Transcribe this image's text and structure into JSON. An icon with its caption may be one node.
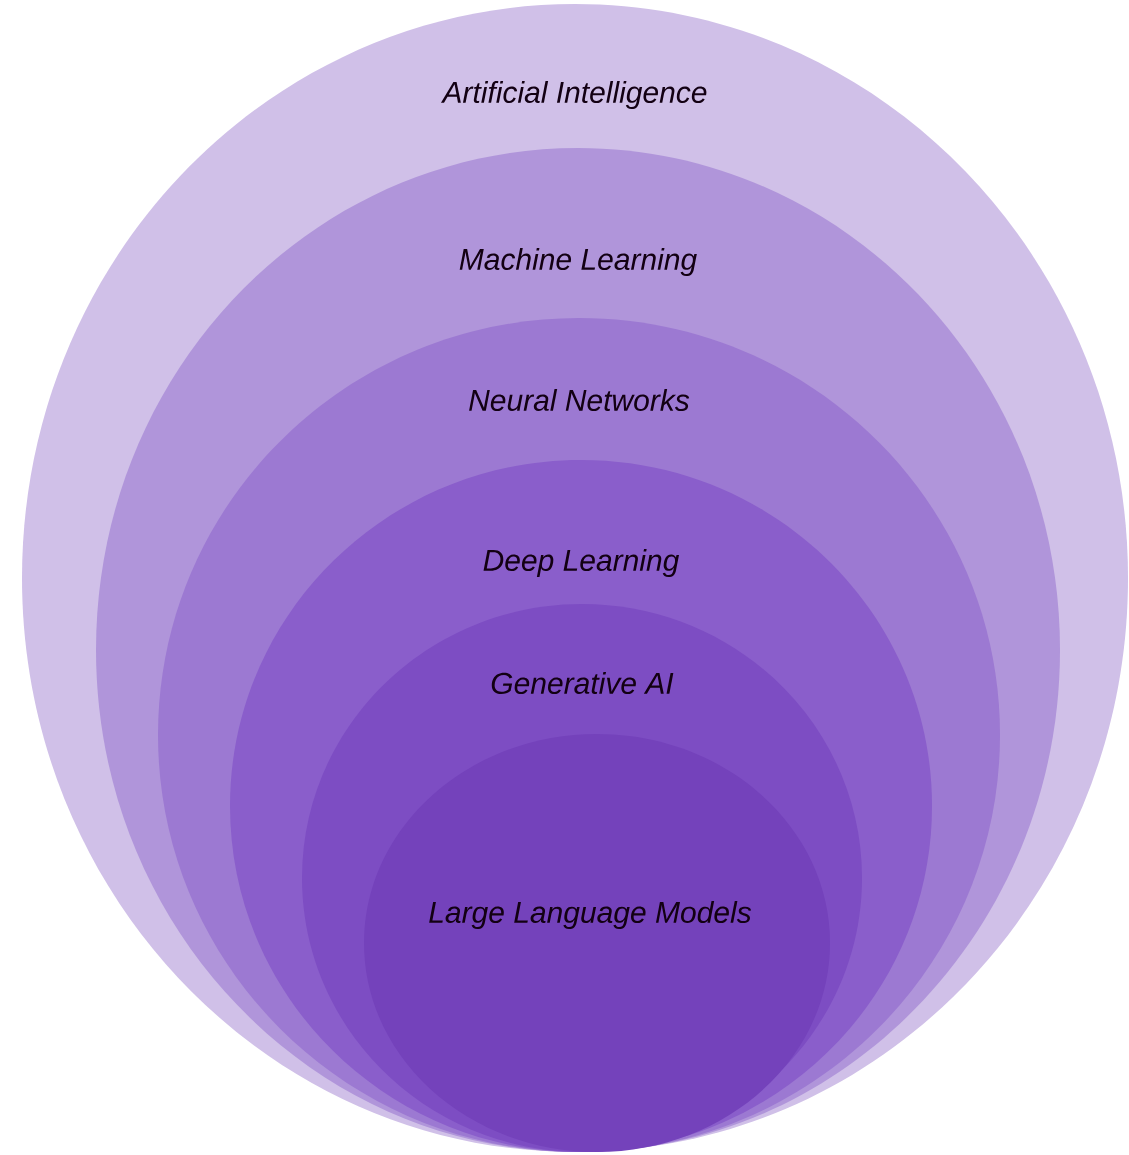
{
  "diagram": {
    "nodes": [
      {
        "text": [
          "Artificial Intelligence"
        ]
      },
      {
        "text": [
          "Machine Learning"
        ],
        "in": 0
      },
      {
        "text": [
          "Neural Networks"
        ],
        "in": 1
      },
      {
        "text": [
          "Deep Learning"
        ],
        "in": 2
      },
      {
        "text": [
          "Generative AI"
        ],
        "in": 3
      },
      {
        "text": [
          "Large Language Models"
        ],
        "in": 4
      }
    ]
  }
}
